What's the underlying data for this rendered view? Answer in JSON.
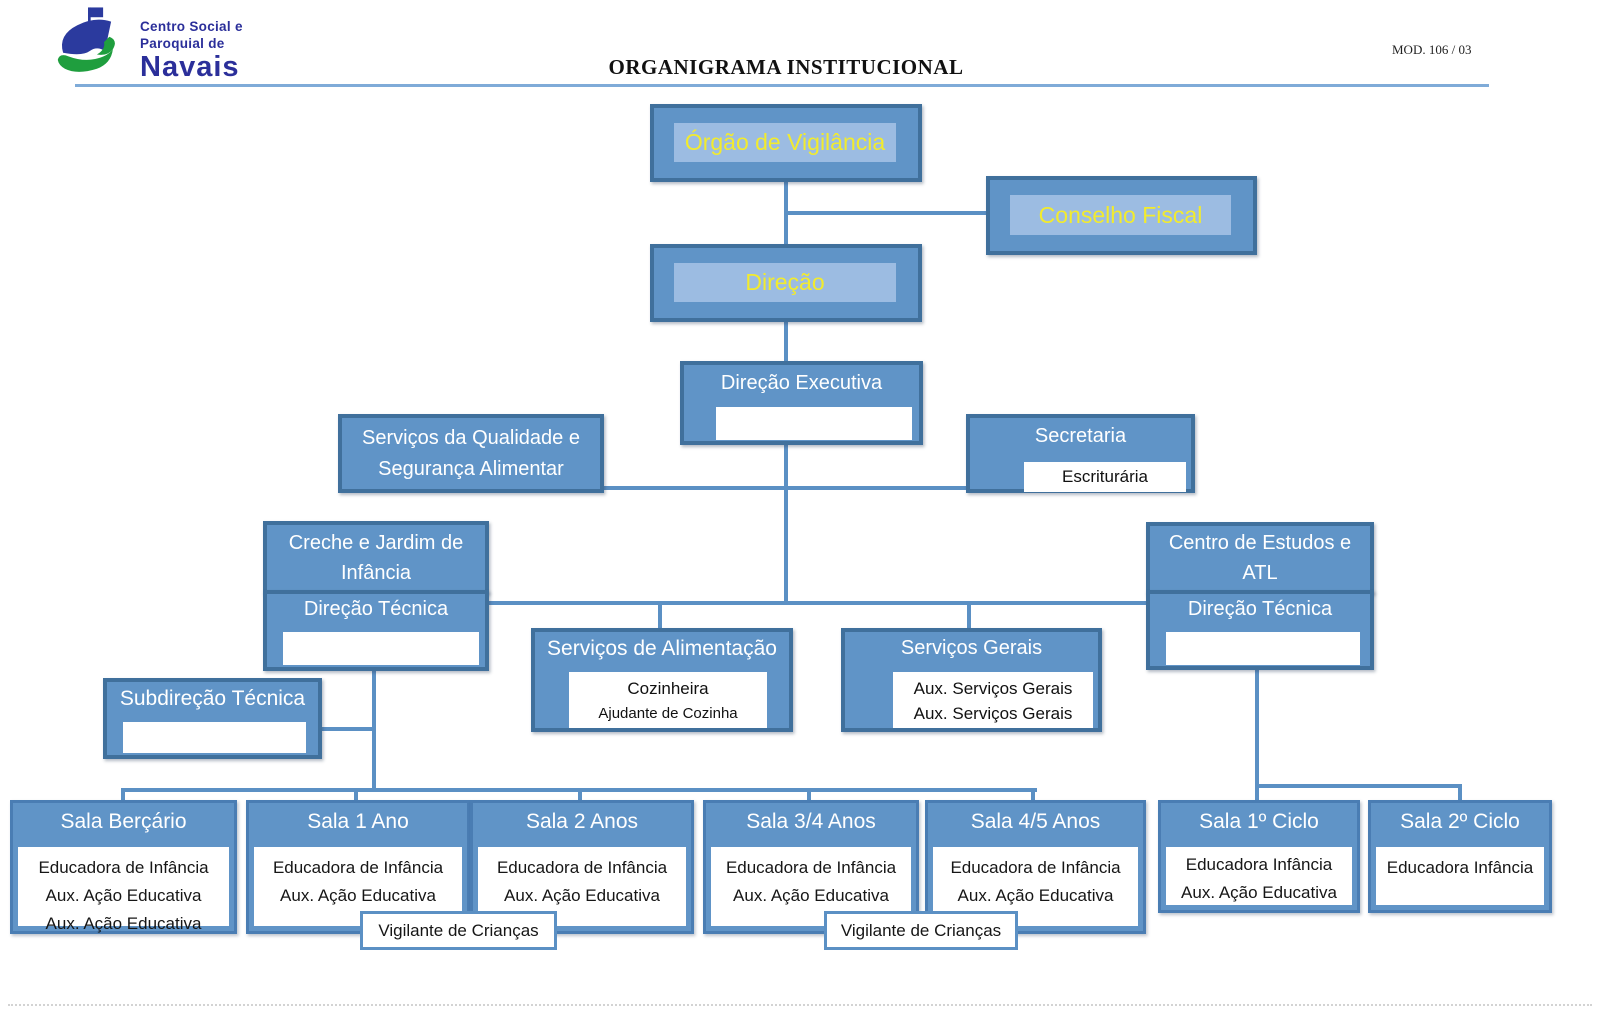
{
  "header": {
    "logo_line1": "Centro Social e",
    "logo_line2": "Paroquial de",
    "logo_line3": "Navais",
    "title": "ORGANIGRAMA INSTITUCIONAL",
    "mod": "MOD. 106 / 03"
  },
  "colors": {
    "node_fill": "#6094c7",
    "node_border": "#40709c",
    "light_panel": "#9cbce2",
    "yellow_text": "#f2eb2e",
    "connector": "#5b90c4",
    "logo_blue": "#2b2f9a",
    "logo_green": "#1f9e3e"
  },
  "org": {
    "vigilancia": {
      "title": "Órgão de Vigilância"
    },
    "conselho_fiscal": {
      "title": "Conselho Fiscal"
    },
    "direcao": {
      "title": "Direção"
    },
    "direcao_executiva": {
      "title": "Direção Executiva"
    },
    "qualidade": {
      "line1": "Serviços da Qualidade e",
      "line2": "Segurança Alimentar"
    },
    "secretaria": {
      "title": "Secretaria",
      "staff": "Escriturária"
    },
    "creche": {
      "line1": "Creche e Jardim de",
      "line2": "Infância",
      "sub": "Direção Técnica"
    },
    "centro_estudos": {
      "line1": "Centro de Estudos e",
      "line2": "ATL",
      "sub": "Direção Técnica"
    },
    "alimentacao": {
      "title": "Serviços de Alimentação",
      "staff": [
        "Cozinheira",
        "Ajudante de Cozinha"
      ]
    },
    "gerais": {
      "title": "Serviços Gerais",
      "staff": [
        "Aux. Serviços Gerais",
        "Aux. Serviços Gerais"
      ]
    },
    "subdirecao": {
      "title": "Subdireção Técnica"
    },
    "salas": [
      {
        "title": "Sala Berçário",
        "staff": [
          "Educadora de Infância",
          "Aux. Ação Educativa",
          "Aux. Ação Educativa"
        ]
      },
      {
        "title": "Sala 1 Ano",
        "staff": [
          "Educadora de Infância",
          "Aux. Ação Educativa"
        ]
      },
      {
        "title": "Sala 2 Anos",
        "staff": [
          "Educadora de Infância",
          "Aux. Ação Educativa"
        ]
      },
      {
        "title": "Sala 3/4 Anos",
        "staff": [
          "Educadora de Infância",
          "Aux. Ação Educativa"
        ]
      },
      {
        "title": "Sala 4/5 Anos",
        "staff": [
          "Educadora de Infância",
          "Aux. Ação Educativa"
        ]
      },
      {
        "title": "Sala 1º Ciclo",
        "staff": [
          "Educadora Infância",
          "Aux. Ação Educativa"
        ]
      },
      {
        "title": "Sala 2º Ciclo",
        "staff": [
          "Educadora Infância"
        ]
      }
    ],
    "vigilantes": [
      "Vigilante de Crianças",
      "Vigilante de Crianças"
    ]
  }
}
